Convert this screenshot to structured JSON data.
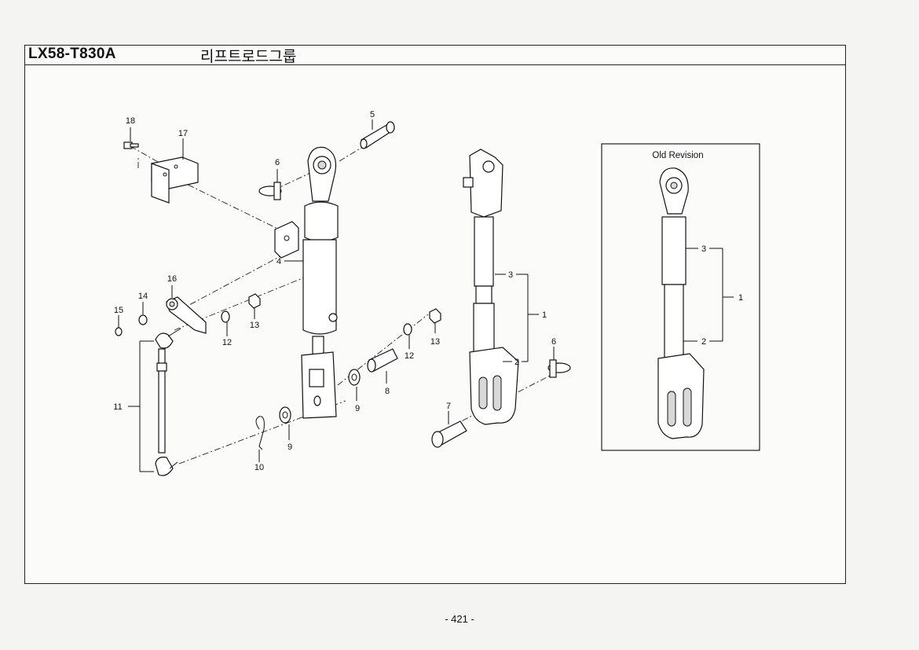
{
  "header": {
    "model_code": "LX58-T830A",
    "group_title": "리프트로드그룹"
  },
  "inset": {
    "title": "Old Revision",
    "labels": [
      "3",
      "1",
      "2"
    ]
  },
  "callouts": [
    "18",
    "17",
    "5",
    "6",
    "4",
    "16",
    "14",
    "15",
    "12",
    "13",
    "12",
    "13",
    "11",
    "8",
    "9",
    "9",
    "10",
    "3",
    "1",
    "2",
    "6",
    "7"
  ],
  "footer": {
    "page_number": "- 421 -"
  }
}
